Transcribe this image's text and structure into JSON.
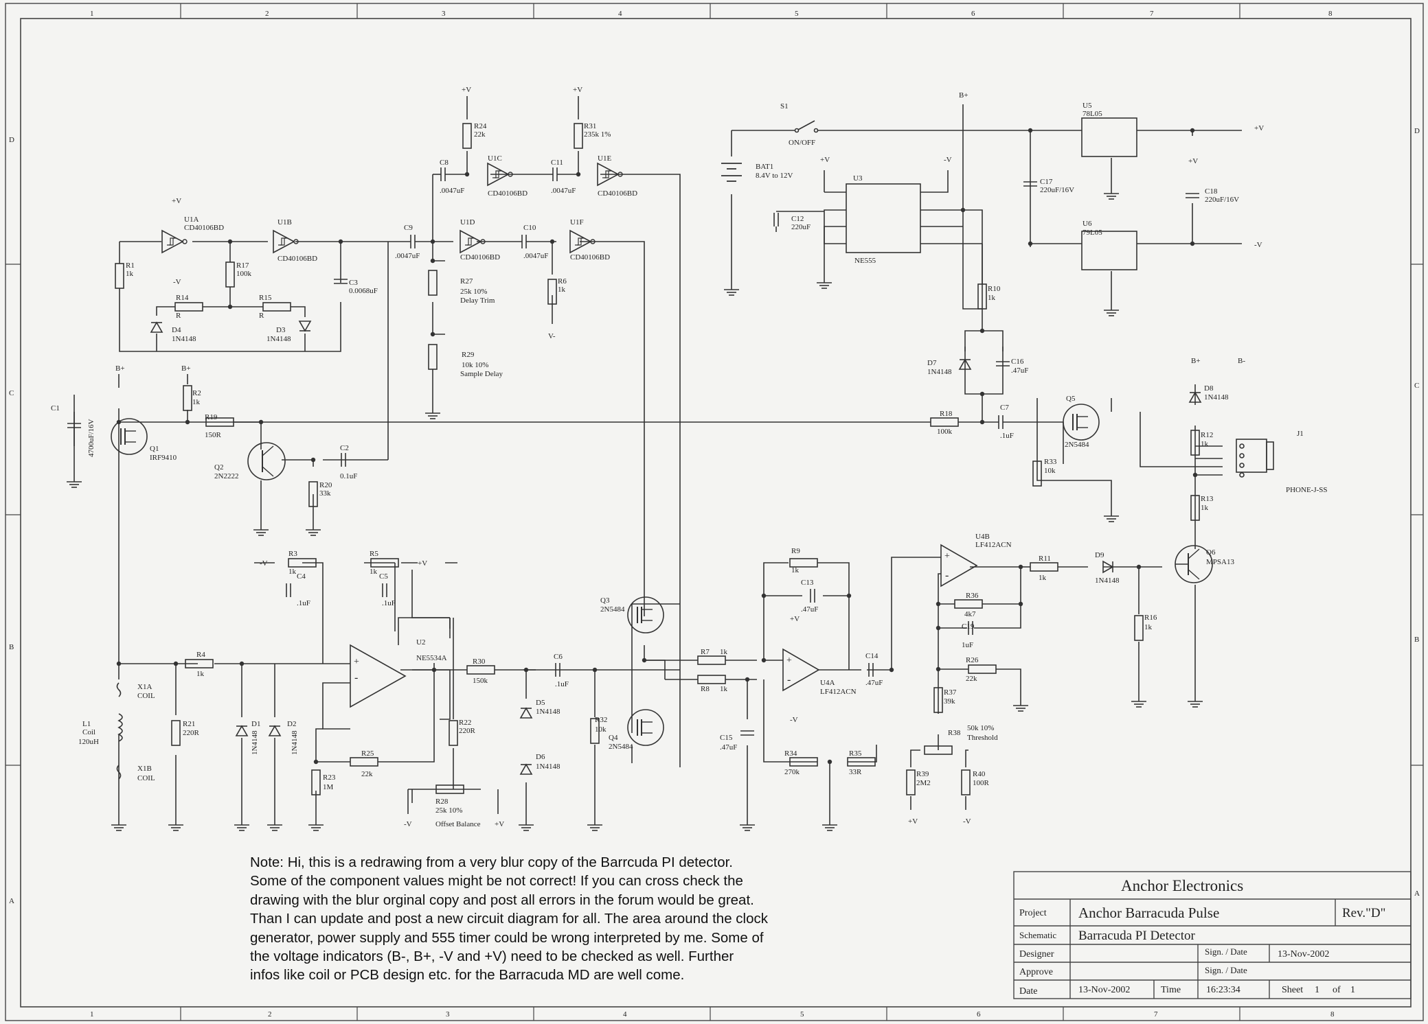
{
  "sheet": {
    "cols": [
      "1",
      "2",
      "3",
      "4",
      "5",
      "6",
      "7",
      "8"
    ],
    "rows": [
      "D",
      "C",
      "B",
      "A"
    ]
  },
  "note": {
    "lines": [
      "Note:  Hi, this is a redrawing from a very blur copy of the Barrcuda PI detector.",
      "Some of the component values might be not correct! If you can cross check the",
      "drawing with the blur orginal copy and post all errors in the forum would be great.",
      "Than I can update and post a new circuit diagram for all. The area around the clock",
      "generator, power supply and 555 timer could be wrong interpreted by me. Some of",
      "the voltage indicators (B-, B+, -V and +V) need to be checked as well. Further",
      "infos like coil or PCB design etc. for the Barracuda MD are well come."
    ]
  },
  "titleblock": {
    "company": "Anchor Electronics",
    "project_label": "Project",
    "project": "Anchor Barracuda Pulse",
    "rev": "Rev.\"D\"",
    "schematic_label": "Schematic",
    "schematic": "Barracuda PI Detector",
    "designer_label": "Designer",
    "approve_label": "Approve",
    "sign_date_label": "Sign. / Date",
    "sign_date_label2": "Sign. / Date",
    "sign_date": "13-Nov-2002",
    "date_label": "Date",
    "date": "13-Nov-2002",
    "time_label": "Time",
    "time": "16:23:34",
    "sheet_label": "Sheet",
    "sheet_num": "1",
    "of_label": "of",
    "sheet_total": "1"
  },
  "components": {
    "u1a": [
      "U1A",
      "CD40106BD"
    ],
    "u1b": [
      "U1B",
      "CD40106BD"
    ],
    "u1c": [
      "U1C",
      "CD40106BD"
    ],
    "u1d": [
      "U1D",
      "CD40106BD"
    ],
    "u1e": [
      "U1E",
      "CD40106BD"
    ],
    "u1f": [
      "U1F",
      "CD40106BD"
    ],
    "r1": [
      "R1",
      "1k"
    ],
    "r17": [
      "R17",
      "100k"
    ],
    "r14": [
      "R14",
      "R"
    ],
    "r15": [
      "R15",
      "R"
    ],
    "d4": [
      "D4",
      "1N4148"
    ],
    "d3": [
      "D3",
      "1N4148"
    ],
    "c3": [
      "C3",
      "0.0068uF"
    ],
    "c8": [
      "C8",
      ".0047uF"
    ],
    "c9": [
      "C9",
      ".0047uF"
    ],
    "c10": [
      "C10",
      ".0047uF"
    ],
    "c11": [
      "C11",
      ".0047uF"
    ],
    "r24": [
      "R24",
      "22k"
    ],
    "r31": [
      "R31",
      "235k 1%"
    ],
    "r27": [
      "R27",
      "25k 10%",
      "Delay Trim"
    ],
    "r29": [
      "R29",
      "10k 10%",
      "Sample Delay"
    ],
    "r6": [
      "R6",
      "1k"
    ],
    "s1": [
      "S1",
      "ON/OFF"
    ],
    "bat1": [
      "BAT1",
      "8.4V  to 12V"
    ],
    "u3": [
      "U3",
      "NE555"
    ],
    "c12": [
      "C12",
      "220uF"
    ],
    "u5": [
      "U5",
      "78L05"
    ],
    "u6": [
      "U6",
      "79L05"
    ],
    "c17": [
      "C17",
      "220uF/16V"
    ],
    "c18": [
      "C18",
      "220uF/16V"
    ],
    "r10": [
      "R10",
      "1k"
    ],
    "d7": [
      "D7",
      "1N4148"
    ],
    "c16": [
      "C16",
      ".47uF"
    ],
    "c1": [
      "C1",
      "4700uF/16V"
    ],
    "r2": [
      "R2",
      "1k"
    ],
    "r19": [
      "R19",
      "150R"
    ],
    "q1": [
      "Q1",
      "IRF9410"
    ],
    "q2": [
      "Q2",
      "2N2222"
    ],
    "r20": [
      "R20",
      "33k"
    ],
    "c2": [
      "C2",
      "0.1uF"
    ],
    "r18": [
      "R18",
      "100k"
    ],
    "c7": [
      "C7",
      ".1uF"
    ],
    "q5": [
      "Q5",
      "2N5484"
    ],
    "r33": [
      "R33",
      "10k"
    ],
    "d8": [
      "D8",
      "1N4148"
    ],
    "r12": [
      "R12",
      "1k"
    ],
    "r13": [
      "R13",
      "1k"
    ],
    "j1": [
      "J1",
      "PHONE-J-SS"
    ],
    "r3": [
      "R3",
      "1k"
    ],
    "c4": [
      "C4",
      ".1uF"
    ],
    "r5": [
      "R5",
      "1k"
    ],
    "c5": [
      "C5",
      ".1uF"
    ],
    "u2": [
      "U2",
      "NE5534A"
    ],
    "r4": [
      "R4",
      "1k"
    ],
    "x1a": [
      "X1A",
      "COIL"
    ],
    "x1b": [
      "X1B",
      "COIL"
    ],
    "l1": [
      "L1",
      "Coil",
      "120uH"
    ],
    "r21": [
      "R21",
      "220R"
    ],
    "d1": [
      "D1",
      "1N4148"
    ],
    "d2": [
      "D2",
      "1N4148"
    ],
    "r23": [
      "R23",
      "1M"
    ],
    "r25": [
      "R25",
      "22k"
    ],
    "r22": [
      "R22",
      "220R"
    ],
    "r28": [
      "R28",
      "25k 10%",
      "Offset Balance"
    ],
    "r30": [
      "R30",
      "150k"
    ],
    "c6": [
      "C6",
      ".1uF"
    ],
    "d5": [
      "D5",
      "1N4148"
    ],
    "d6": [
      "D6",
      "1N4148"
    ],
    "r32": [
      "R32",
      "10k"
    ],
    "q3": [
      "Q3",
      "2N5484"
    ],
    "q4": [
      "Q4",
      "2N5484"
    ],
    "r7": [
      "R7",
      "1k"
    ],
    "r8": [
      "R8",
      "1k"
    ],
    "r9": [
      "R9",
      "1k"
    ],
    "c13": [
      "C13",
      ".47uF"
    ],
    "u4a": [
      "U4A",
      "LF412ACN"
    ],
    "c15": [
      "C15",
      ".47uF"
    ],
    "r34": [
      "R34",
      "270k"
    ],
    "r35": [
      "R35",
      "33R"
    ],
    "c14": [
      "C14",
      ".47uF"
    ],
    "u4b": [
      "U4B",
      "LF412ACN"
    ],
    "r36": [
      "R36",
      "4k7"
    ],
    "c19": [
      "C19",
      "1uF"
    ],
    "r26": [
      "R26",
      "22k"
    ],
    "r37": [
      "R37",
      "39k"
    ],
    "r38": [
      "R38",
      "50k 10%",
      "Threshold"
    ],
    "r39": [
      "R39",
      "2M2"
    ],
    "r40": [
      "R40",
      "100R"
    ],
    "r11": [
      "R11",
      "1k"
    ],
    "d9": [
      "D9",
      "1N4148"
    ],
    "q6": [
      "Q6",
      "MPSA13"
    ],
    "r16": [
      "R16",
      "1k"
    ]
  },
  "rails": {
    "vp": "+V",
    "vm": "-V",
    "bp": "B+",
    "bm": "B-",
    "vm_alt": "V-"
  }
}
